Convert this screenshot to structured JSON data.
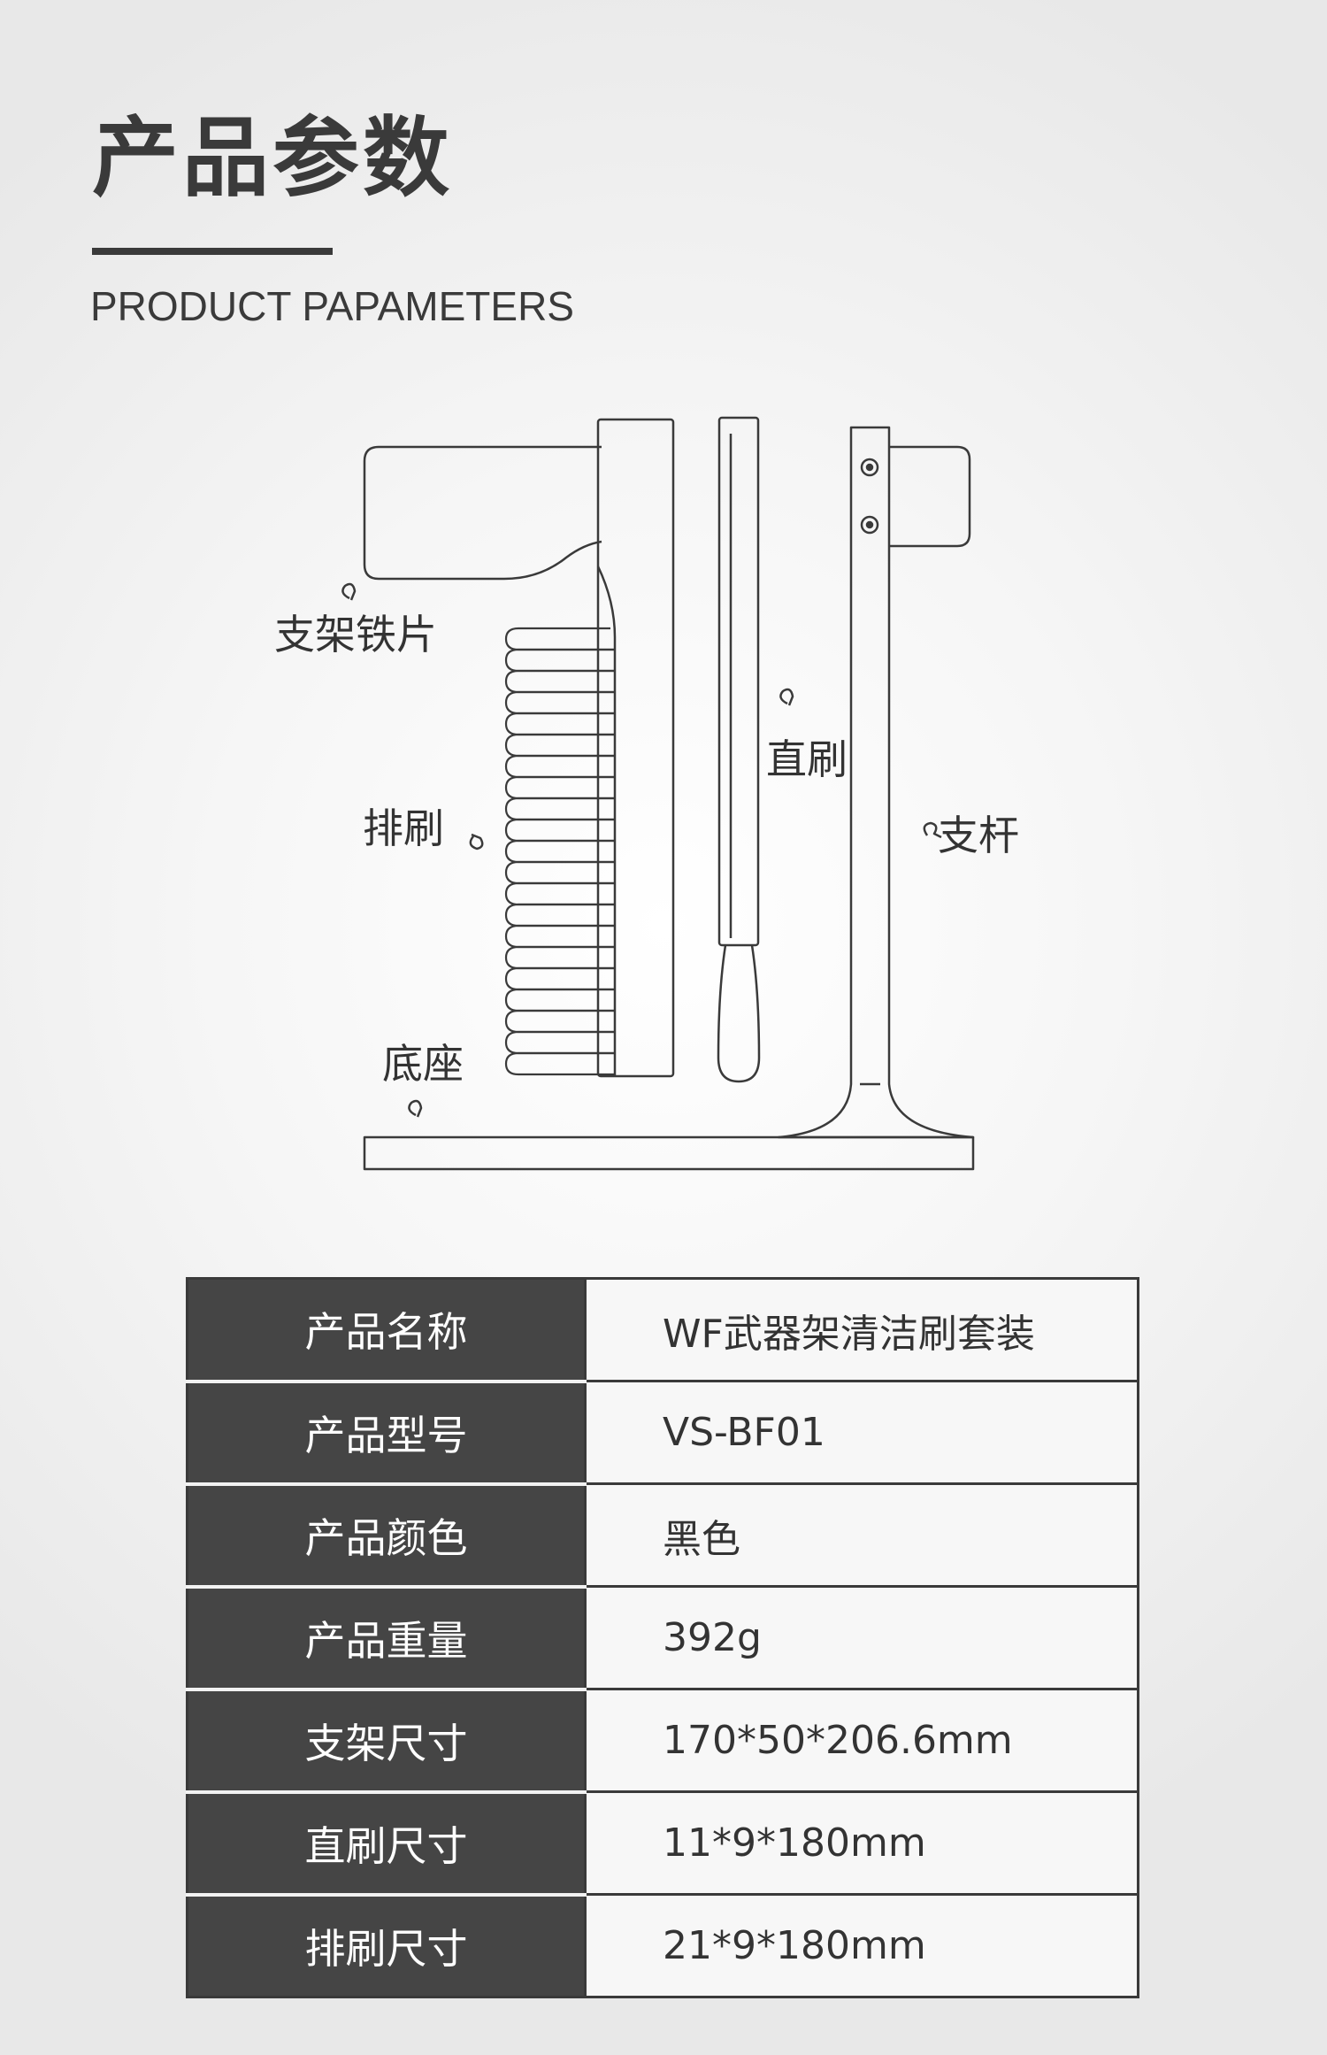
{
  "header": {
    "title_cn": "产品参数",
    "title_en": "PRODUCT PAPAMETERS"
  },
  "diagram": {
    "labels": {
      "bracket_plate": "支架铁片",
      "row_brush": "排刷",
      "straight_brush": "直刷",
      "pole": "支杆",
      "base": "底座"
    },
    "colors": {
      "line": "#3a3a3a"
    }
  },
  "specs": [
    {
      "label": "产品名称",
      "value": "WF武器架清洁刷套装"
    },
    {
      "label": "产品型号",
      "value": "VS-BF01"
    },
    {
      "label": "产品颜色",
      "value": "黑色"
    },
    {
      "label": "产品重量",
      "value": "392g"
    },
    {
      "label": "支架尺寸",
      "value": "170*50*206.6mm"
    },
    {
      "label": "直刷尺寸",
      "value": "11*9*180mm"
    },
    {
      "label": "排刷尺寸",
      "value": "21*9*180mm"
    }
  ],
  "colors": {
    "label_bg": "#454545",
    "value_bg": "#f7f7f7",
    "text_dark": "#3a3a3a"
  }
}
